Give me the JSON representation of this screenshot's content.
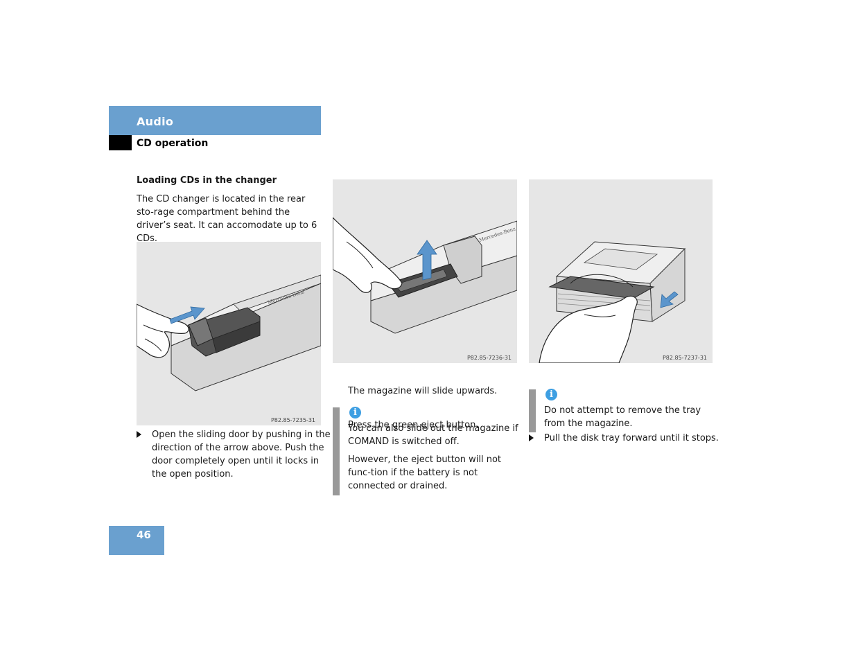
{
  "header": {
    "chapter": "Audio",
    "section": "CD operation"
  },
  "column1": {
    "subheading": "Loading CDs in the changer",
    "intro": "The CD changer is located in the rear sto-rage compartment behind the driver’s seat. It can accomodate up to 6 CDs.",
    "figure_code": "P82.85-7235-31",
    "step": "Open the sliding door by pushing in the direction of the arrow above. Push the door completely open until it locks in the open position."
  },
  "column2": {
    "figure_code": "P82.85-7236-31",
    "step": "Press the green eject button.",
    "result": "The magazine will slide upwards.",
    "info_icon": "i",
    "info_text_1": "You can also slide out the magazine if COMAND is switched off.",
    "info_text_2": "However, the eject button will not func-tion if the battery is not connected or drained."
  },
  "column3": {
    "figure_code": "P82.85-7237-31",
    "step": "Pull the disk tray forward until it stops.",
    "info_icon": "i",
    "info_text": "Do not attempt to remove the tray from the magazine."
  },
  "footer": {
    "page_number": "46"
  },
  "colors": {
    "header_blue": "#6aa0cf",
    "arrow_blue": "#5b95cc",
    "info_blue": "#3e9fe2",
    "info_bar_gray": "#999999",
    "figure_bg": "#e6e6e6"
  },
  "logo_text": "Mercedes-Benz"
}
